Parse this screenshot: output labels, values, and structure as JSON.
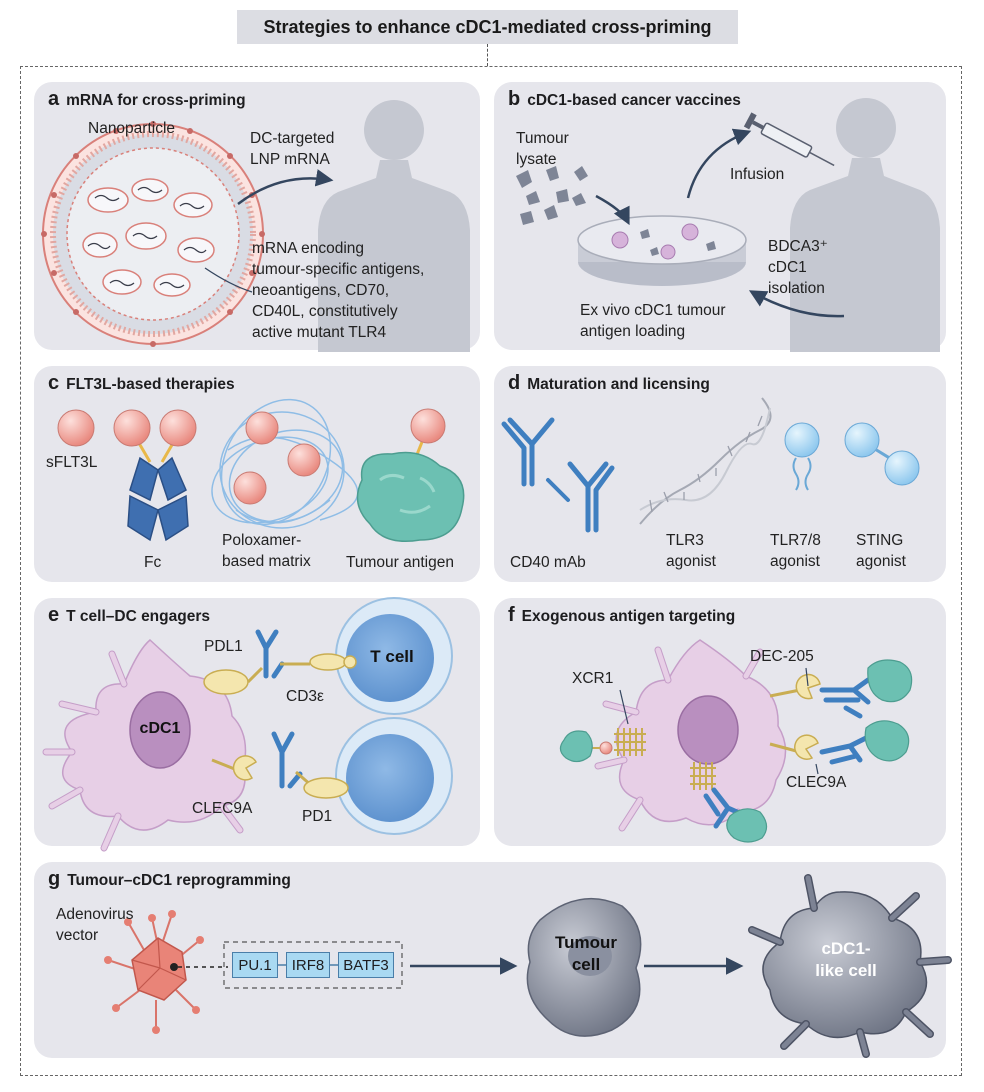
{
  "title": "Strategies to enhance cDC1-mediated cross-priming",
  "panel_a": {
    "letter": "a",
    "title": "mRNA for cross-priming",
    "nanoparticle": "Nanoparticle",
    "dc_targeted": "DC-targeted\nLNP mRNA",
    "encoding": "mRNA encoding\ntumour-specific antigens,\nneoantigens, CD70,\nCD40L, constitutively\nactive mutant TLR4"
  },
  "panel_b": {
    "letter": "b",
    "title": "cDC1-based cancer vaccines",
    "lysate": "Tumour\nlysate",
    "infusion": "Infusion",
    "isolation": "BDCA3⁺\ncDC1\nisolation",
    "loading": "Ex vivo cDC1 tumour\nantigen loading"
  },
  "panel_c": {
    "letter": "c",
    "title": "FLT3L-based therapies",
    "sflt3l": "sFLT3L",
    "fc": "Fc",
    "poloxamer": "Poloxamer-\nbased matrix",
    "tumour_antigen": "Tumour antigen"
  },
  "panel_d": {
    "letter": "d",
    "title": "Maturation and licensing",
    "cd40": "CD40 mAb",
    "tlr3": "TLR3\nagonist",
    "tlr78": "TLR7/8\nagonist",
    "sting": "STING\nagonist"
  },
  "panel_e": {
    "letter": "e",
    "title": "T cell–DC engagers",
    "pdl1": "PDL1",
    "cd3e": "CD3ε",
    "tcell": "T cell",
    "cdc1": "cDC1",
    "clec9a": "CLEC9A",
    "pd1": "PD1"
  },
  "panel_f": {
    "letter": "f",
    "title": "Exogenous antigen targeting",
    "dec205": "DEC-205",
    "xcr1": "XCR1",
    "clec9a": "CLEC9A"
  },
  "panel_g": {
    "letter": "g",
    "title": "Tumour–cDC1 reprogramming",
    "adenovirus": "Adenovirus\nvector",
    "genes": [
      "PU.1",
      "IRF8",
      "BATF3"
    ],
    "tumour_cell": "Tumour\ncell",
    "cdc1_like": "cDC1-\nlike cell"
  },
  "colors": {
    "panel_bg": "#e6e6ec",
    "antibody_blue": "#3f7fc0",
    "sphere_pink": "#f2a8a0",
    "cell_purple": "#e7cfe6",
    "antigen_teal": "#6cc0b2",
    "arrow_dark": "#34465f",
    "gene_box": "#a9d9f2",
    "silhouette": "#c5c8d1"
  }
}
